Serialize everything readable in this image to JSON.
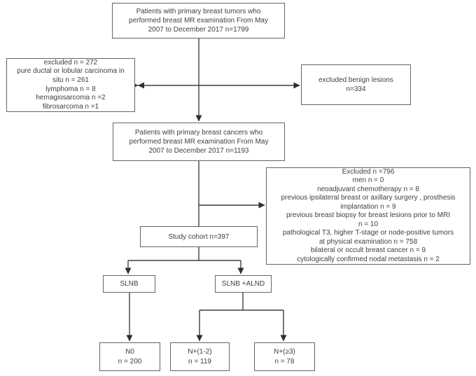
{
  "colors": {
    "background": "#ffffff",
    "box_border": "#636466",
    "connector_line": "#3f3f3f",
    "text": "#414042"
  },
  "diagram": {
    "title": "Patient selection flowchart",
    "boxes": {
      "initial": {
        "text": "Patients with primary breast tumors who\nperformed breast MR examination From May\n2007 to December 2017 n=1799"
      },
      "excluded_left": {
        "text": "excluded n = 272\npure ductal or lobular carcinoma in\nsitu n = 261\nlymphoma n = 8\nhemagiosarcoma n =2\nfibrosarcoma n =1"
      },
      "excluded_benign": {
        "text": "excluded benign lesions\nn=334"
      },
      "cancer": {
        "text": "Patients with primary breast cancers who\nperformed breast MR examination From May\n2007 to December 2017 n=1193"
      },
      "excluded_main": {
        "text": "Excluded n =796\nmen n = 0\nneoadjuvant chemotherapy n = 8\nprevious ipsilateral breast or axillary surgery , prosthesis\nimplantation  n = 9\nprevious breast biopsy for breast lesions prior to MRI\nn = 10\npathological T3, higher T-stage or node-positive  tumors\nat physical examination n = 758\nbilateral or occult breast cancer n = 9\ncytologically confirmed nodal metastasis n = 2"
      },
      "study_cohort": {
        "text": "Study cohort n=397"
      },
      "slnb": {
        "text": "SLNB"
      },
      "slnb_alnd": {
        "text": "SLNB +ALND"
      },
      "n0": {
        "text": "N0\nn = 200"
      },
      "n1_2": {
        "text": "N+(1-2)\nn = 119"
      },
      "n3_plus": {
        "text": "N+(≥3)\nn = 78"
      }
    }
  }
}
